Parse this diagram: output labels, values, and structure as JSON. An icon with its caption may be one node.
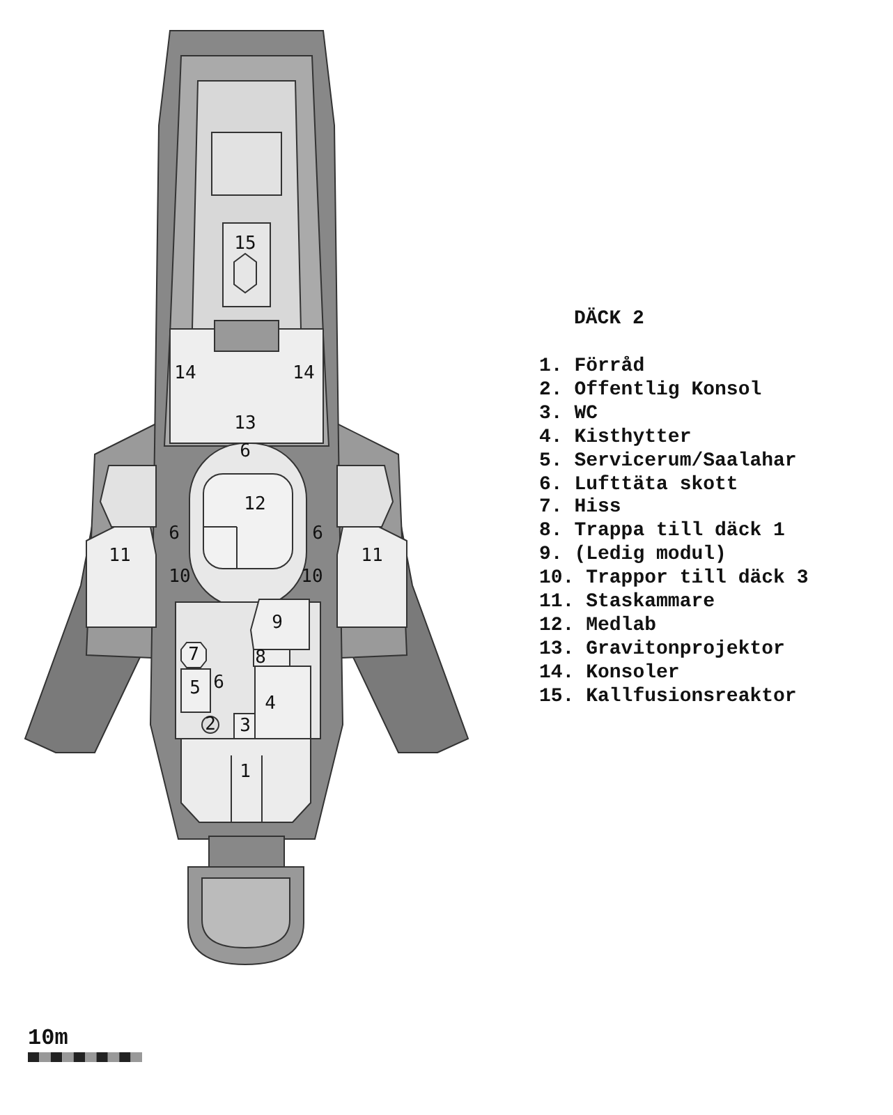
{
  "diagram": {
    "title": "DÄCK 2",
    "labels": [
      "15",
      "14",
      "14",
      "13",
      "6",
      "12",
      "6",
      "6",
      "11",
      "11",
      "10",
      "10",
      "9",
      "7",
      "8",
      "5",
      "6",
      "4",
      "2",
      "3",
      "1",
      "1. Förråd",
      "2. Offentlig Konsol",
      "3. WC",
      "4. Kisthytter",
      "5. Servicerum/Saalahar",
      "6. Lufttäta skott",
      "7. Hiss",
      "8. Trappa till däck 1",
      "9. (Ledig modul)",
      "10. Trappor till däck 3",
      "11. Staskammare",
      "12. Medlab",
      "13. Gravitonprojektor",
      "14. Konsoler",
      "15. Kallfusionsreaktor",
      "10m"
    ]
  }
}
